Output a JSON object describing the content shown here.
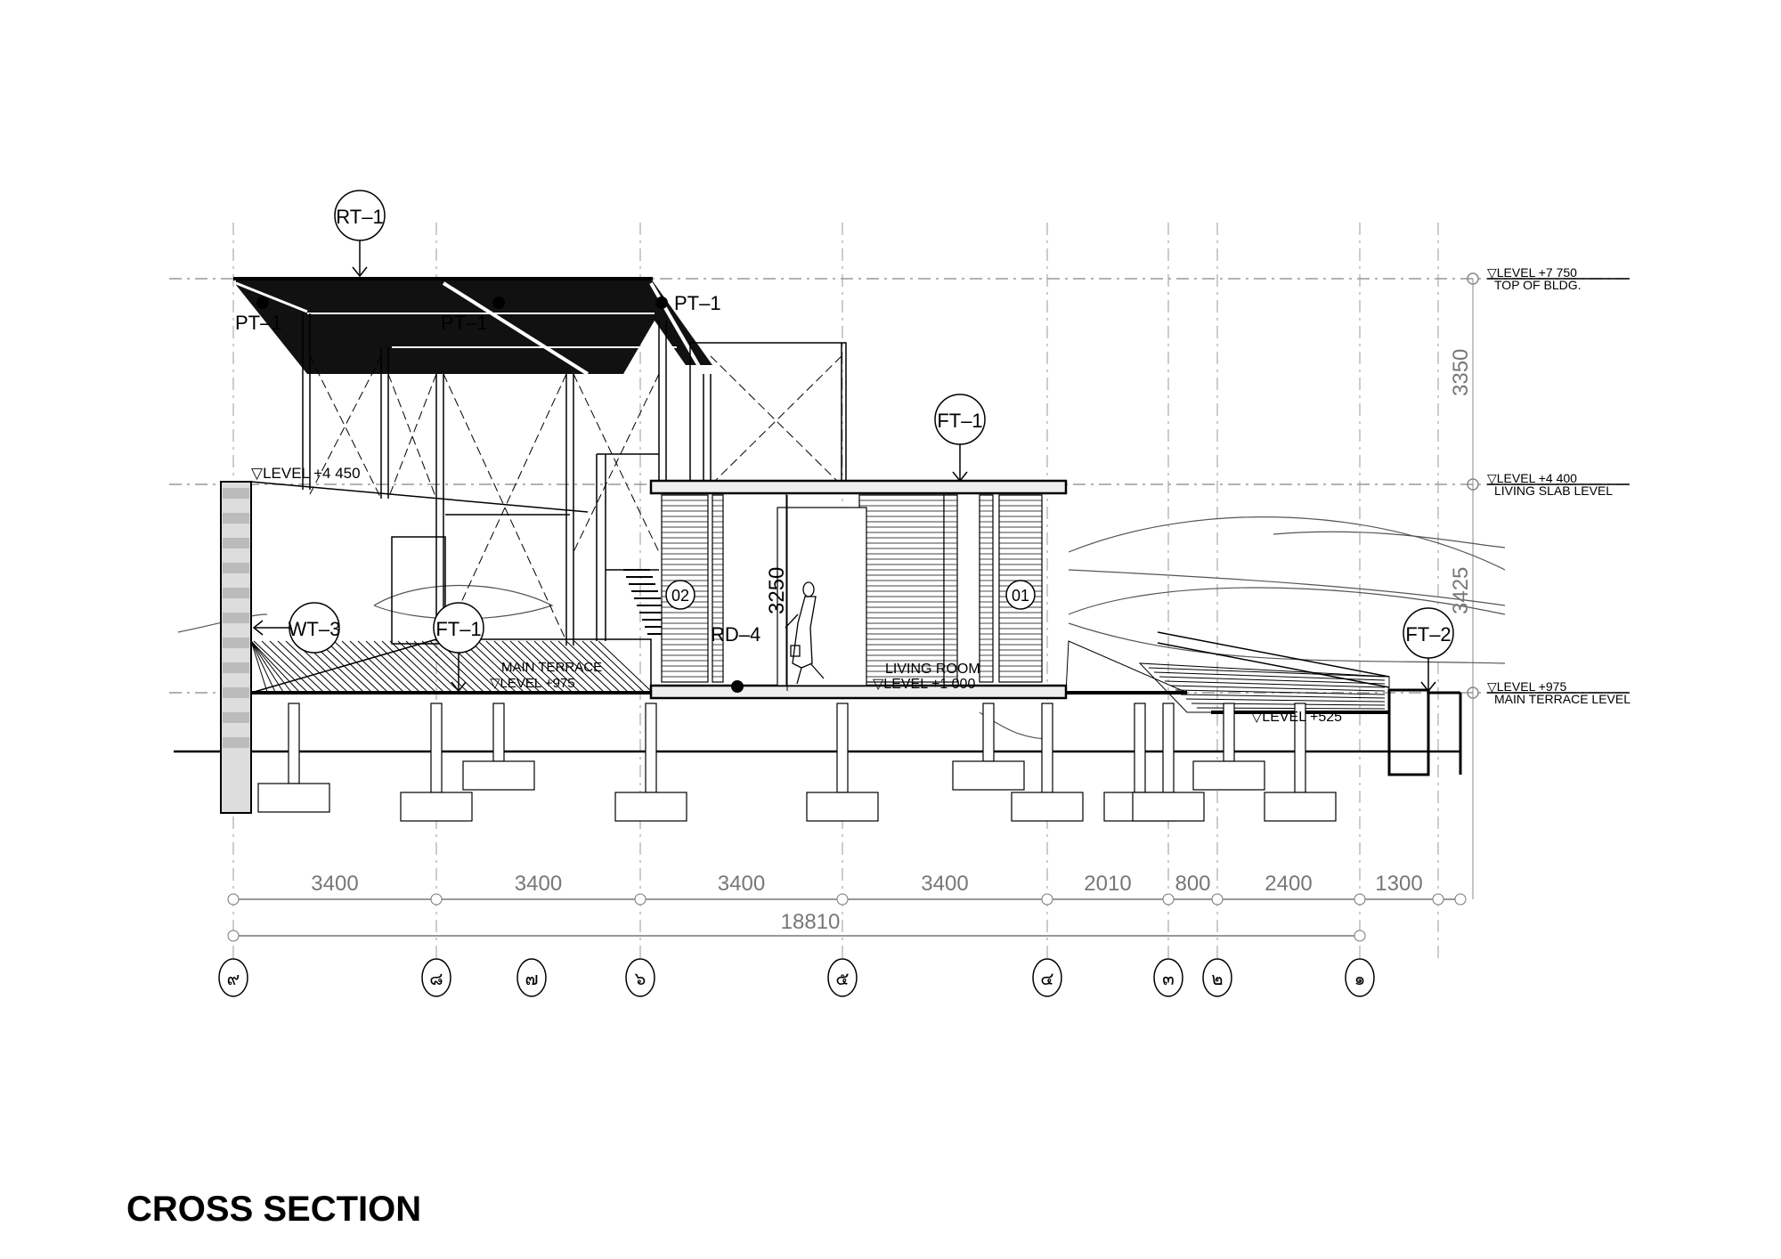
{
  "title": "CROSS SECTION",
  "levels": [
    {
      "label": "▽LEVEL +7 750",
      "sub": "TOP OF BLDG."
    },
    {
      "label": "▽LEVEL +4 400",
      "sub": "LIVING SLAB LEVEL"
    },
    {
      "label": "▽LEVEL +975",
      "sub": "MAIN TERRACE LEVEL"
    }
  ],
  "vertical_dims": [
    "3350",
    "3425"
  ],
  "interior_dim": "3250",
  "callouts": {
    "rt1": "RT–1",
    "ft1_upper": "FT–1",
    "ft1_lower": "FT–1",
    "wt3": "WT–3",
    "ft2": "FT–2",
    "pt1_left": "PT–1",
    "pt1_mid": "PT–1",
    "pt1_right": "PT–1",
    "rd4": "RD–4",
    "door02": "02",
    "door01": "01"
  },
  "annotations": {
    "level_4450": "▽LEVEL +4 450",
    "main_terrace": "MAIN TERRACE",
    "main_terrace_level": "▽LEVEL +975",
    "living_room": "LIVING ROOM",
    "living_room_level": "▽LEVEL +1 000",
    "level_525": "▽LEVEL +525"
  },
  "dimensions": [
    "3400",
    "3400",
    "3400",
    "3400",
    "2010",
    "800",
    "2400",
    "1300"
  ],
  "overall_dimension": "18810",
  "grid_bubbles": [
    "๙",
    "๘",
    "๗",
    "๖",
    "๕",
    "๔",
    "๓",
    "๒",
    "๑"
  ]
}
